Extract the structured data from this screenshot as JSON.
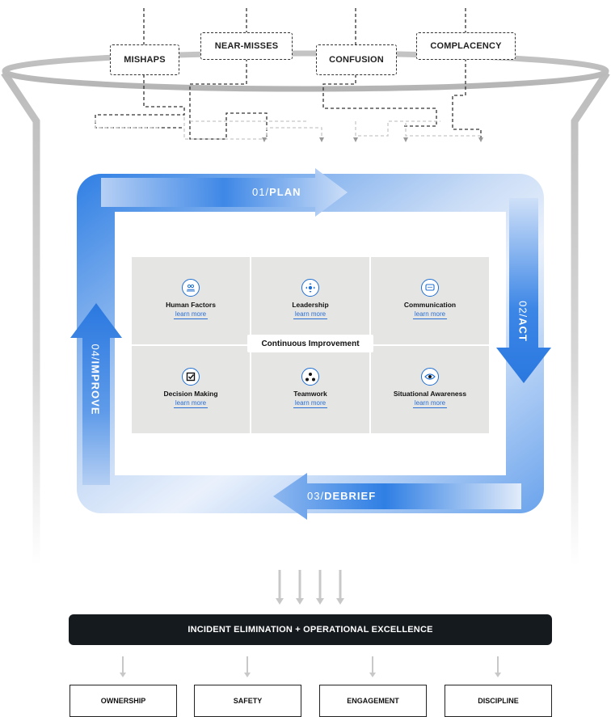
{
  "issues": [
    "MISHAPS",
    "NEAR-MISSES",
    "CONFUSION",
    "COMPLACENCY"
  ],
  "cycle": {
    "plan": {
      "num": "01/",
      "word": "PLAN"
    },
    "act": {
      "num": "02/",
      "word": "ACT"
    },
    "debrief": {
      "num": "03/",
      "word": "DEBRIEF"
    },
    "improve": {
      "num": "04/",
      "word": "IMPROVE"
    }
  },
  "center_label": "Continuous Improvement",
  "cells": [
    {
      "title": "Human Factors",
      "link": "learn more",
      "icon": "people-icon"
    },
    {
      "title": "Leadership",
      "link": "learn more",
      "icon": "compass-icon"
    },
    {
      "title": "Communication",
      "link": "learn more",
      "icon": "chat-icon"
    },
    {
      "title": "Decision Making",
      "link": "learn more",
      "icon": "checkbox-icon"
    },
    {
      "title": "Teamwork",
      "link": "learn more",
      "icon": "team-icon"
    },
    {
      "title": "Situational Awareness",
      "link": "learn more",
      "icon": "eye-icon"
    }
  ],
  "banner": "INCIDENT ELIMINATION + OPERATIONAL EXCELLENCE",
  "pillars": [
    "OWNERSHIP",
    "SAFETY",
    "ENGAGEMENT",
    "DISCIPLINE"
  ],
  "colors": {
    "accent": "#2a78e0",
    "accent_light": "#e6effb",
    "banner": "#151a1f",
    "grid": "#e5e5e4",
    "funnel": "#bdbdbd"
  }
}
